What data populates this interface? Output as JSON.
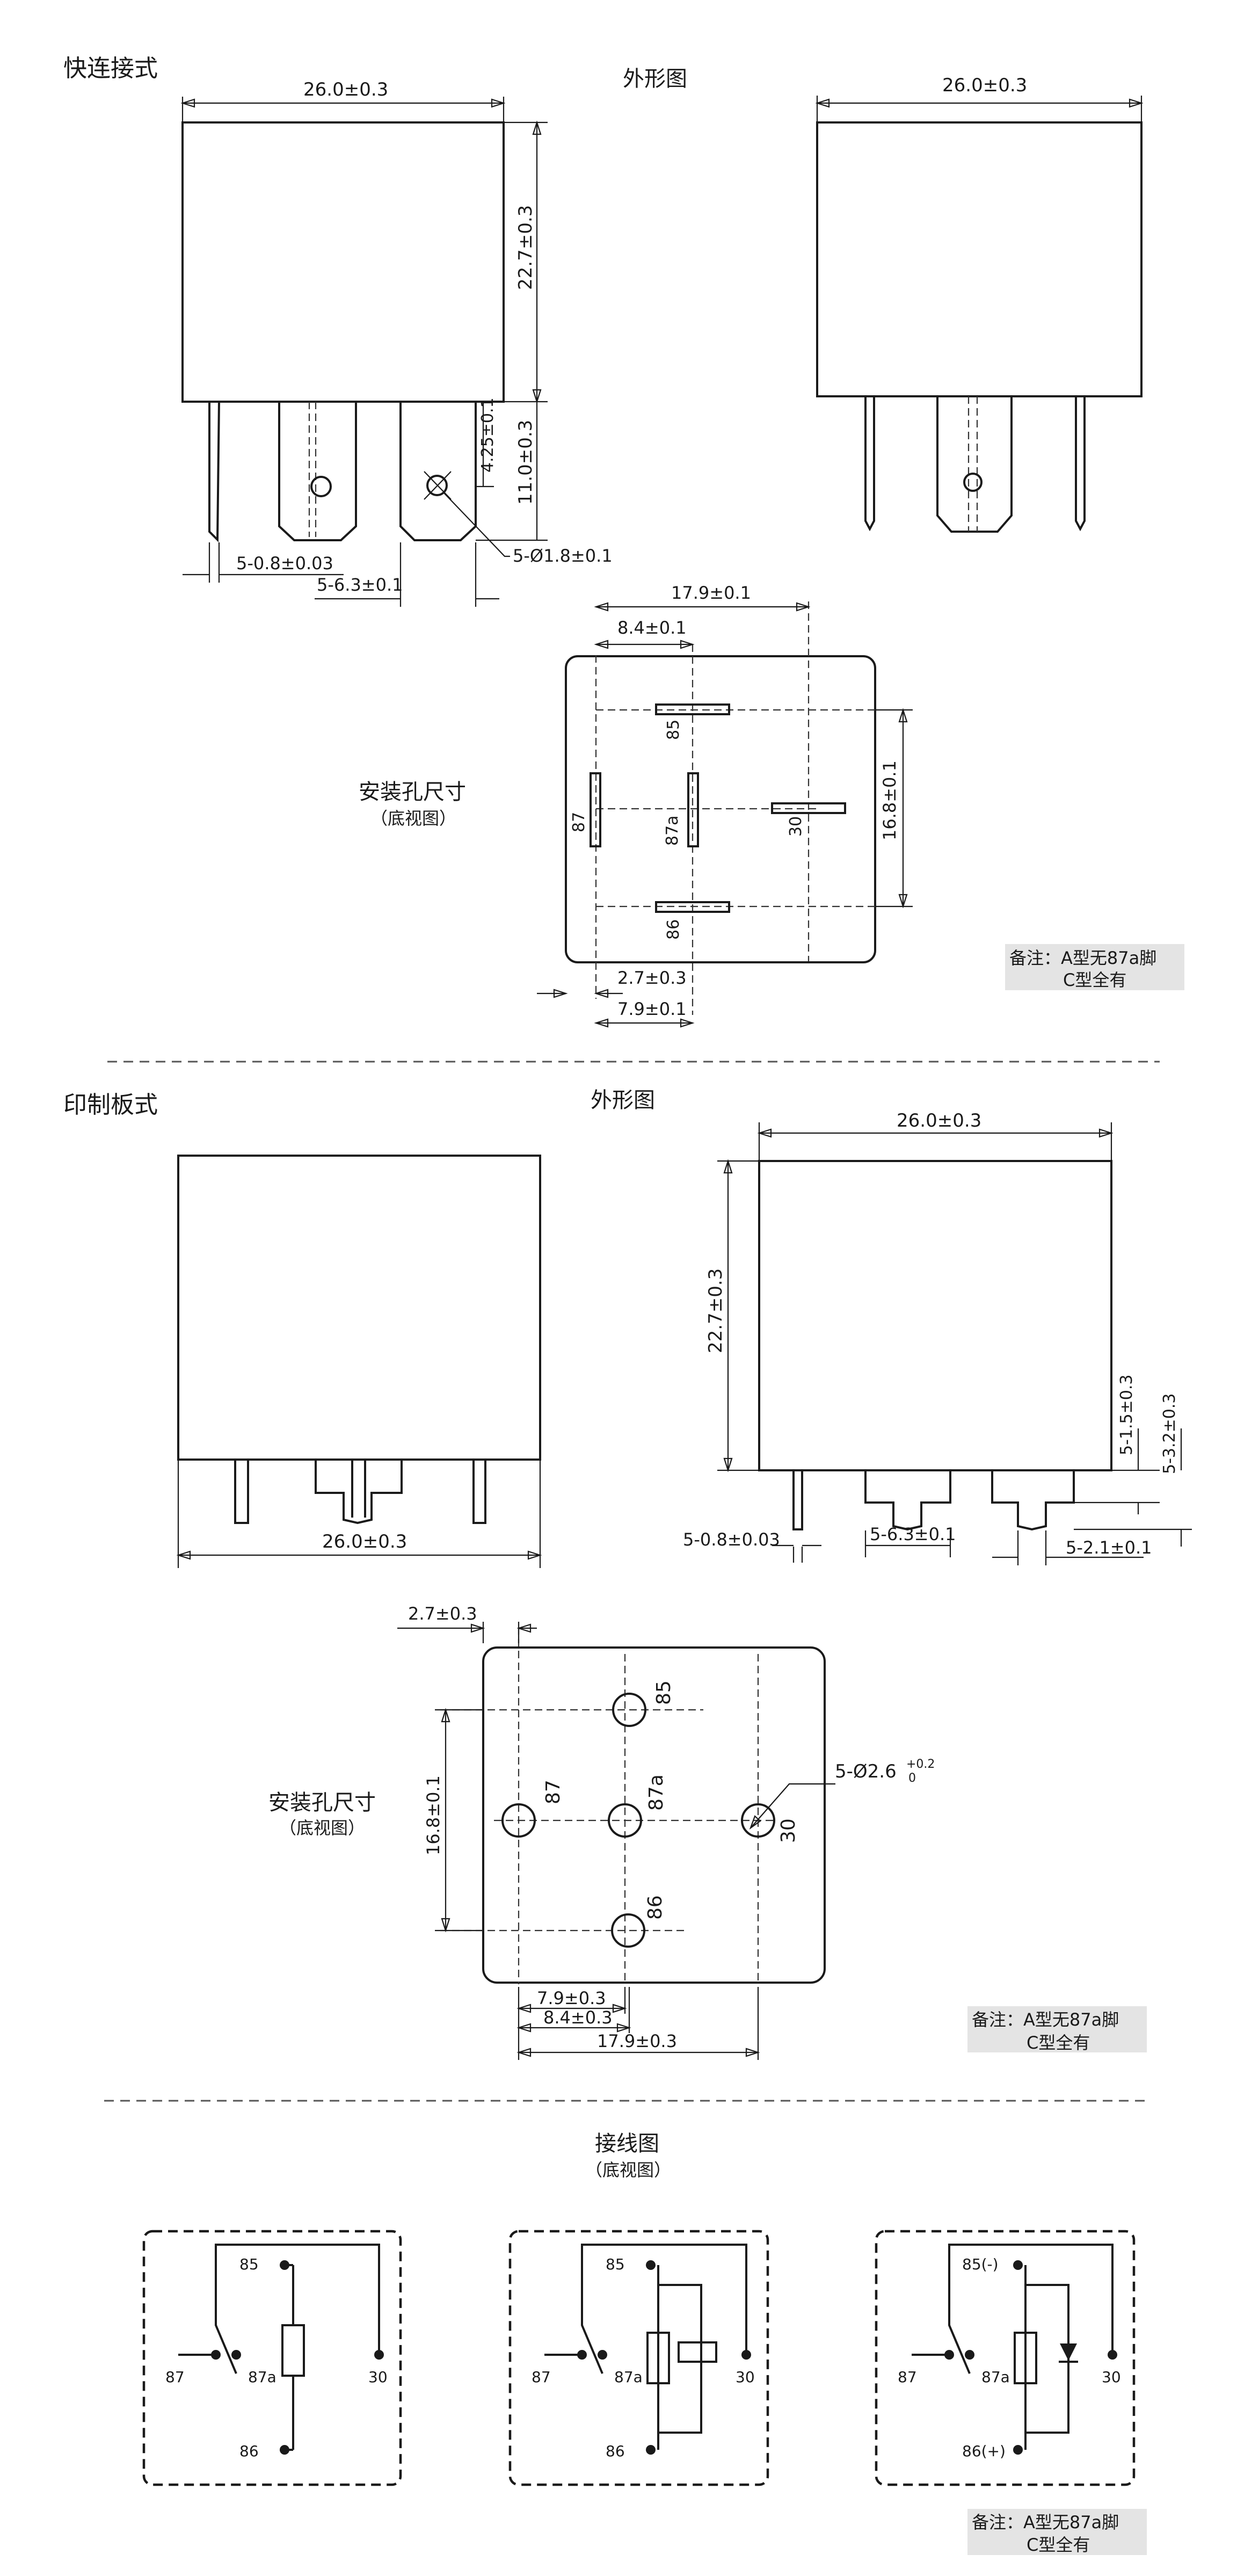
{
  "sections": {
    "quick": {
      "title": "快连接式",
      "outline": "外形图"
    },
    "pcb": {
      "title": "印制板式",
      "outline": "外形图"
    },
    "wiring": {
      "title": "接线图",
      "sub": "（底视图）"
    }
  },
  "mount": {
    "title": "安装孔尺寸",
    "sub": "（底视图）"
  },
  "notes": {
    "line1": "备注：A型无87a脚",
    "line2": "C型全有"
  },
  "dims": {
    "width": "26.0±0.3",
    "height": "22.7±0.3",
    "pin_len": "11.0±0.3",
    "hole_pos": "4.25±0.1",
    "hole_dia": "5-Ø1.8±0.1",
    "pin_thk": "5-0.8±0.03",
    "pin_w": "5-6.3±0.1",
    "span_179": "17.9±0.1",
    "span_84": "8.4±0.1",
    "span_168": "16.8±0.1",
    "span_27": "2.7±0.3",
    "span_79": "7.9±0.1",
    "pcb_15": "5-1.5±0.3",
    "pcb_32": "5-3.2±0.3",
    "pcb_21": "5-2.1±0.1",
    "pcb_hole": "5-Ø2.6",
    "pcb_hole_tol_up": "+0.2",
    "pcb_hole_tol_dn": "0",
    "pcb_79": "7.9±0.3",
    "pcb_84": "8.4±0.3",
    "pcb_179": "17.9±0.3"
  },
  "pins": {
    "p85": "85",
    "p86": "86",
    "p87": "87",
    "p87a": "87a",
    "p30": "30",
    "p85m": "85(-)",
    "p86p": "86(+)"
  }
}
